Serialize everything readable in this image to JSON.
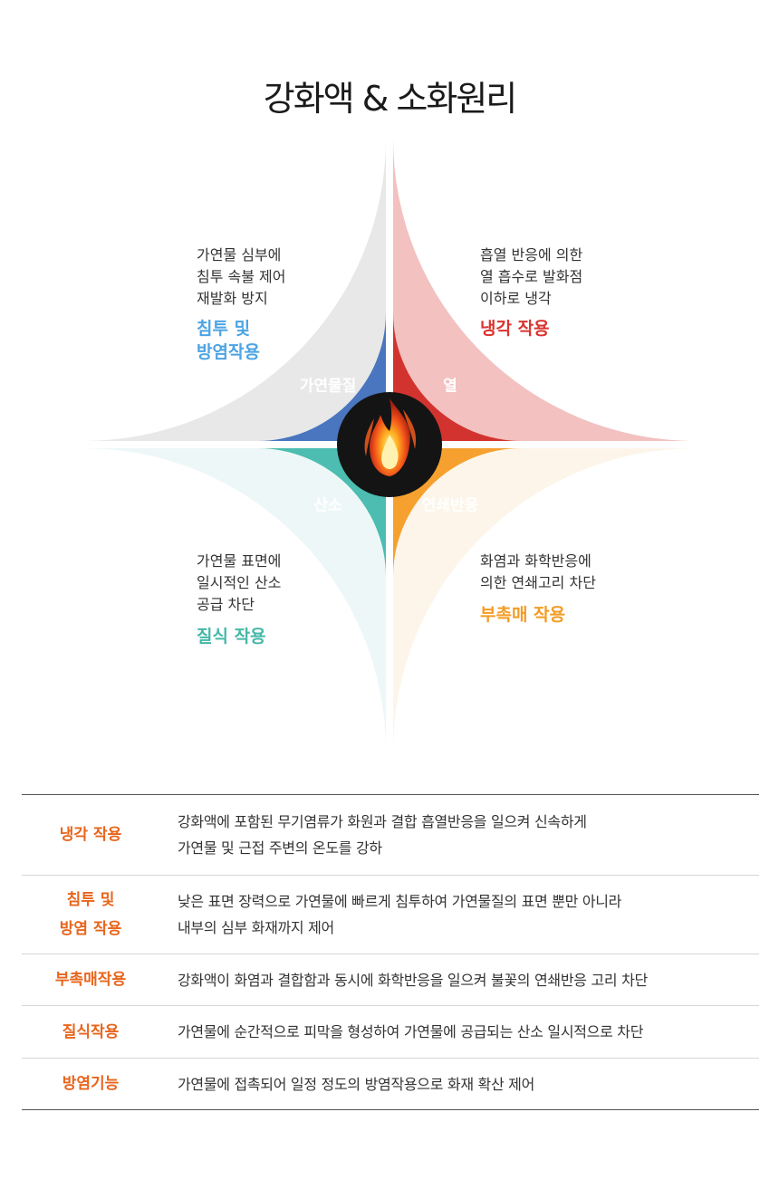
{
  "page": {
    "title": "강화액 & 소화원리"
  },
  "diagram": {
    "quadrants": [
      {
        "id": "top-left",
        "color": "#e7e8e7",
        "text": "가연물 심부에\n침투 속불 제어\n재발화 방지",
        "label": "침투 및\n방염작용",
        "label_color": "#4da4e4"
      },
      {
        "id": "top-right",
        "color": "#f2c1c0",
        "text": "흡열 반응에 의한\n열 흡수로 발화점\n이하로 냉각",
        "label": "냉각 작용",
        "label_color": "#d9342f"
      },
      {
        "id": "bottom-left",
        "color": "#eef7f7",
        "text": "가연물 표면에\n일시적인 산소\n공급 차단",
        "label": "질식 작용",
        "label_color": "#45b8a8"
      },
      {
        "id": "bottom-right",
        "color": "#fdf5ea",
        "text": "화염과 화학반응에\n의한 연쇄고리 차단",
        "label": "부촉매 작용",
        "label_color": "#f39c24"
      }
    ],
    "inner": [
      {
        "id": "fuel",
        "label": "가연물질",
        "color": "#4a76bf"
      },
      {
        "id": "heat",
        "label": "열",
        "color": "#d3332f"
      },
      {
        "id": "oxygen",
        "label": "산소",
        "color": "#4cbdb0"
      },
      {
        "id": "chain",
        "label": "연쇄반응",
        "color": "#f6a12f"
      }
    ],
    "center_icon": "fire-icon"
  },
  "table": {
    "rows": [
      {
        "term": "냉각 작용",
        "desc": "강화액에 포함된 무기염류가 화원과 결합 흡열반응을 일으켜 신속하게\n가연물 및 근접 주변의 온도를 강하"
      },
      {
        "term": "침투 및\n방염 작용",
        "desc": "낮은 표면 장력으로 가연물에 빠르게 침투하여 가연물질의 표면 뿐만 아니라\n내부의 심부 화재까지 제어"
      },
      {
        "term": "부촉매작용",
        "desc": "강화액이 화염과 결합함과 동시에 화학반응을 일으켜 불꽃의 연쇄반응 고리 차단"
      },
      {
        "term": "질식작용",
        "desc": "가연물에 순간적으로 피막을 형성하여 가연물에 공급되는 산소 일시적으로 차단"
      },
      {
        "term": "방염기능",
        "desc": "가연물에 접촉되어 일정 정도의 방염작용으로 화재 확산 제어"
      }
    ]
  }
}
